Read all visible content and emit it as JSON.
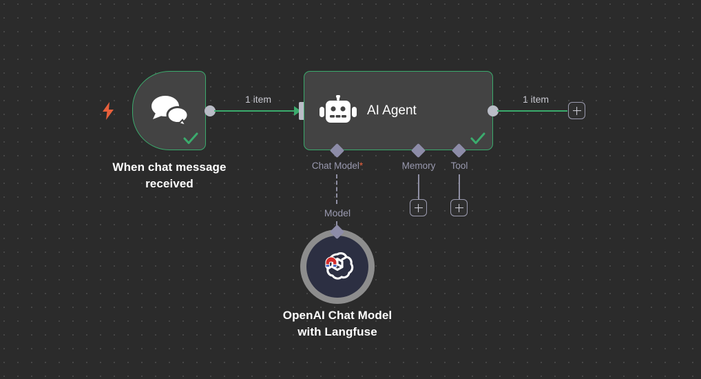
{
  "canvas": {
    "background_color": "#2b2b2b",
    "grid": "dot-grid"
  },
  "nodes": [
    {
      "id": "trigger",
      "label": "When chat message\nreceived",
      "icon": "chat-bubbles-icon",
      "badge_icon": "lightning-bolt-icon",
      "status": "success",
      "status_icon": "check-icon",
      "border_color": "#3bab6d",
      "fill_color": "#434343"
    },
    {
      "id": "agent",
      "title": "AI Agent",
      "icon": "robot-icon",
      "status": "success",
      "status_icon": "check-icon",
      "border_color": "#3bab6d",
      "fill_color": "#434343"
    },
    {
      "id": "model",
      "label": "OpenAI Chat Model\nwith Langfuse",
      "icon": "openai-logo-icon",
      "overlay_icon": "magnet-icon",
      "ring_color": "#8d8d8d",
      "fill_color": "#2c2f42"
    }
  ],
  "edges": [
    {
      "id": "trigger-to-agent",
      "label": "1 item",
      "color": "#3bab6d",
      "style": "solid"
    },
    {
      "id": "agent-to-next",
      "label": "1 item",
      "color": "#3bab6d",
      "style": "solid"
    },
    {
      "id": "model-to-agent",
      "label": "Model",
      "color": "#8f8fa3",
      "style": "dashed"
    }
  ],
  "sub_ports": [
    {
      "id": "chat-model",
      "label": "Chat Model",
      "required_marker": "*",
      "required_color": "#e8603c"
    },
    {
      "id": "memory",
      "label": "Memory",
      "required_marker": "",
      "required_color": "#e8603c"
    },
    {
      "id": "tool",
      "label": "Tool",
      "required_marker": "",
      "required_color": "#e8603c"
    }
  ],
  "buttons": {
    "add_next_node": "+",
    "add_memory": "+",
    "add_tool": "+"
  }
}
